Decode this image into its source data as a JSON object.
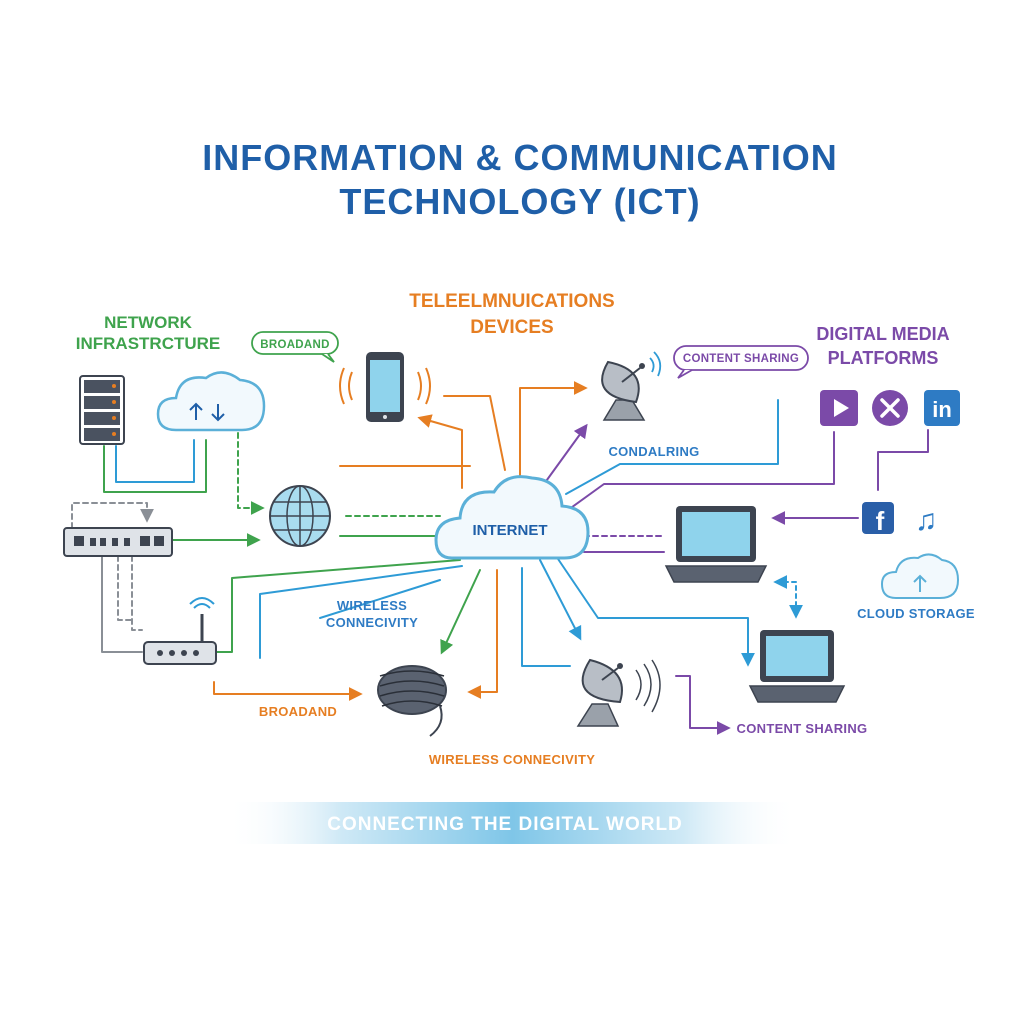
{
  "title": {
    "line1": "INFORMATION & COMMUNICATION",
    "line2": "TECHNOLOGY (ICT)"
  },
  "headings": {
    "network_line1": "NETWORK",
    "network_line2": "INFRASTRCTURE",
    "telecom_line1": "TELEELMNUICATIONS",
    "telecom_line2": "DEVICES",
    "digital_line1": "DIGITAL MEDIA",
    "digital_line2": "PLATFORMS"
  },
  "hub": {
    "label": "INTERNET"
  },
  "pills": {
    "broadband_top": "BROADAND",
    "content_sharing_top": "CONTENT SHARING"
  },
  "labels": {
    "condalring": "CONDALRING",
    "wireless_mid_line1": "WIRELESS",
    "wireless_mid_line2": "CONNECIVITY",
    "broadband_bottom": "BROADAND",
    "wireless_bottom": "WIRELESS CONNECIVITY",
    "content_sharing_bottom": "CONTENT SHARING",
    "cloud_storage": "CLOUD STORAGE"
  },
  "banner": {
    "text": "CONNECTING THE DIGITAL WORLD"
  },
  "colors": {
    "title": "#1f5fa8",
    "green": "#3fa34d",
    "orange": "#e67e22",
    "purple": "#7b4aa8",
    "blue": "#2e9bd6",
    "gray": "#8a8f96",
    "dark": "#3d4450",
    "screen": "#8fd3ec",
    "cloud_stroke": "#5bb0d8",
    "cloud_fill": "#f2f9fd"
  },
  "icons": [
    "server-rack-icon",
    "cloud-upload-icon",
    "network-switch-icon",
    "wifi-router-icon",
    "globe-icon",
    "smartphone-icon",
    "satellite-dish-icon",
    "cable-spool-icon",
    "laptop-icon",
    "play-icon",
    "close-icon",
    "linkedin-icon",
    "facebook-icon",
    "music-note-icon",
    "cloud-storage-icon"
  ]
}
